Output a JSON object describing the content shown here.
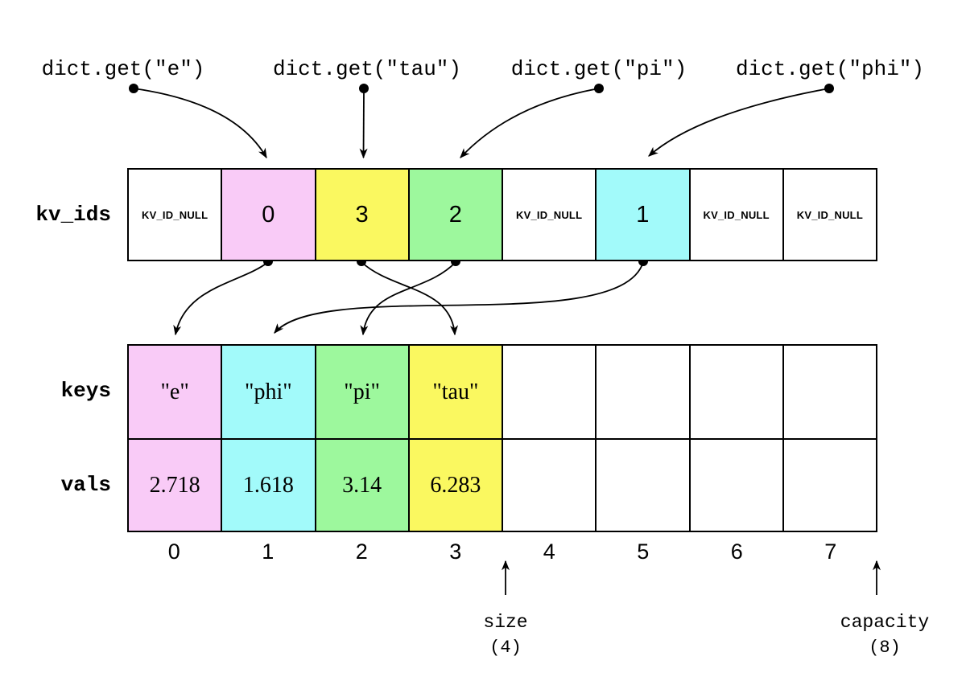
{
  "calls": [
    {
      "label": "dict.get(\"e\")"
    },
    {
      "label": "dict.get(\"tau\")"
    },
    {
      "label": "dict.get(\"pi\")"
    },
    {
      "label": "dict.get(\"phi\")"
    }
  ],
  "rows": {
    "kv_ids": {
      "label": "kv_ids",
      "cells": [
        {
          "text": "KV_ID_NULL",
          "color": "white"
        },
        {
          "text": "0",
          "color": "pink"
        },
        {
          "text": "3",
          "color": "yellow"
        },
        {
          "text": "2",
          "color": "green"
        },
        {
          "text": "KV_ID_NULL",
          "color": "white"
        },
        {
          "text": "1",
          "color": "cyan"
        },
        {
          "text": "KV_ID_NULL",
          "color": "white"
        },
        {
          "text": "KV_ID_NULL",
          "color": "white"
        }
      ]
    },
    "keys": {
      "label": "keys",
      "cells": [
        {
          "text": "\"e\"",
          "color": "pink"
        },
        {
          "text": "\"phi\"",
          "color": "cyan"
        },
        {
          "text": "\"pi\"",
          "color": "green"
        },
        {
          "text": "\"tau\"",
          "color": "yellow"
        },
        {
          "text": "",
          "color": "white"
        },
        {
          "text": "",
          "color": "white"
        },
        {
          "text": "",
          "color": "white"
        },
        {
          "text": "",
          "color": "white"
        }
      ]
    },
    "vals": {
      "label": "vals",
      "cells": [
        {
          "text": "2.718",
          "color": "pink"
        },
        {
          "text": "1.618",
          "color": "cyan"
        },
        {
          "text": "3.14",
          "color": "green"
        },
        {
          "text": "6.283",
          "color": "yellow"
        },
        {
          "text": "",
          "color": "white"
        },
        {
          "text": "",
          "color": "white"
        },
        {
          "text": "",
          "color": "white"
        },
        {
          "text": "",
          "color": "white"
        }
      ]
    }
  },
  "indices": [
    "0",
    "1",
    "2",
    "3",
    "4",
    "5",
    "6",
    "7"
  ],
  "annotations": {
    "size": {
      "label": "size",
      "value": "(4)"
    },
    "capacity": {
      "label": "capacity",
      "value": "(8)"
    }
  },
  "palette": {
    "pink": "#F9CBF7",
    "yellow": "#FAF860",
    "green": "#9DF89D",
    "cyan": "#A2FAFA",
    "white": "#FFFFFF",
    "line": "#000000"
  }
}
